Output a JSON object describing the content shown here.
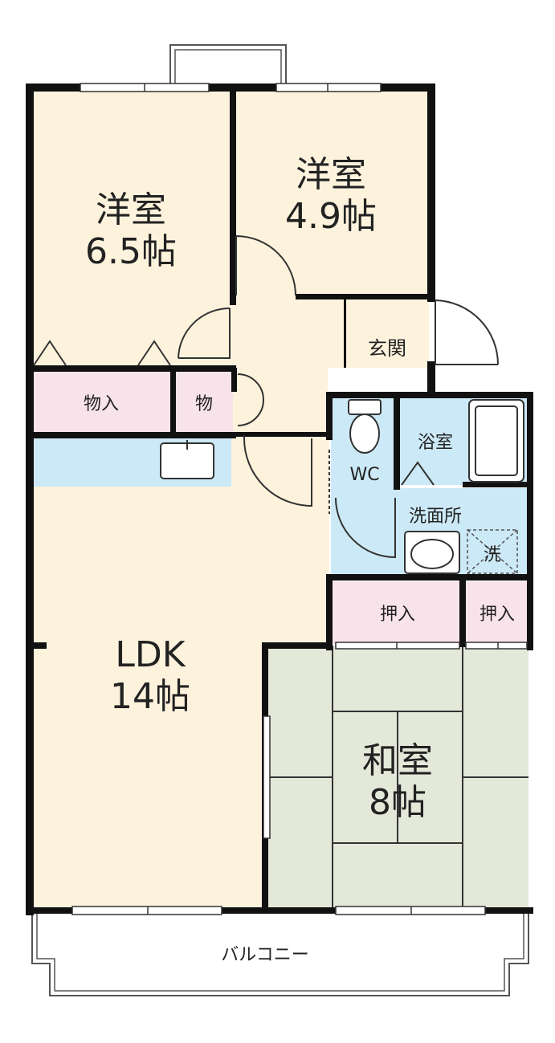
{
  "rooms": {
    "western_a": {
      "name": "洋室",
      "size": "6.5帖"
    },
    "western_b": {
      "name": "洋室",
      "size": "4.9帖"
    },
    "ldk": {
      "name": "LDK",
      "size": "14帖"
    },
    "japanese": {
      "name": "和室",
      "size": "8帖"
    },
    "entrance": {
      "name": "玄関"
    },
    "bath": {
      "name": "浴室"
    },
    "wc": {
      "name": "WC"
    },
    "washroom": {
      "name": "洗面所"
    },
    "washer": {
      "name": "洗"
    },
    "storage_a": {
      "name": "物入"
    },
    "storage_b": {
      "name": "物"
    },
    "closet_a": {
      "name": "押入"
    },
    "closet_b": {
      "name": "押入"
    },
    "balcony": {
      "name": "バルコニー"
    }
  },
  "colors": {
    "floor_wood": "#fdf3dd",
    "floor_tatami": "#e3e8d9",
    "wet_area": "#cce9f7",
    "storage": "#f9e3ea",
    "wall": "#111111"
  }
}
